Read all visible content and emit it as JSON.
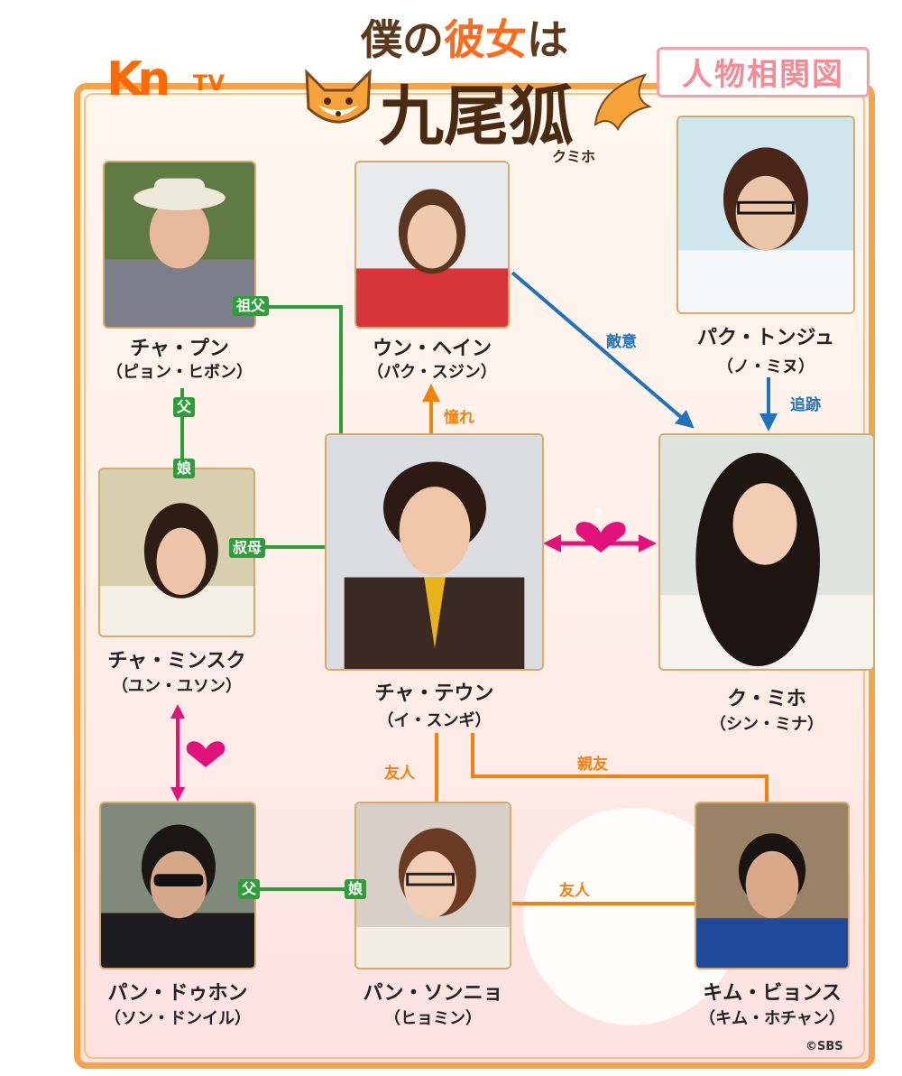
{
  "header": {
    "logo_k": "Kn",
    "logo_tv": "TV",
    "title_part1_a": "僕の",
    "title_part1_b": "彼女",
    "title_part1_c": "は",
    "title_part2": "九尾狐",
    "furigana": "クミホ",
    "banner": "人物相関図"
  },
  "characters": [
    {
      "id": "cha-pun",
      "name": "チャ・プン",
      "actor": "（ピョン・ヒボン）"
    },
    {
      "id": "eun-hyein",
      "name": "ウン・ヘイン",
      "actor": "（パク・スジン）"
    },
    {
      "id": "park-dongjoo",
      "name": "パク・トンジュ",
      "actor": "（ノ・ミヌ）"
    },
    {
      "id": "cha-minsuk",
      "name": "チャ・ミンスク",
      "actor": "（ユン・ユソン）"
    },
    {
      "id": "cha-daewoong",
      "name": "チャ・テウン",
      "actor": "（イ・スンギ）"
    },
    {
      "id": "gu-miho",
      "name": "ク・ミホ",
      "actor": "（シン・ミナ）"
    },
    {
      "id": "ban-doohong",
      "name": "パン・ドゥホン",
      "actor": "（ソン・ドンイル）"
    },
    {
      "id": "ban-sunnyeo",
      "name": "パン・ソンニョ",
      "actor": "（ヒョミン）"
    },
    {
      "id": "kim-byungsoo",
      "name": "キム・ビョンス",
      "actor": "（キム・ホチャン）"
    }
  ],
  "relations": {
    "grandfather": "祖父",
    "father1": "父",
    "daughter1": "娘",
    "aunt": "叔母",
    "father2": "父",
    "daughter2": "娘",
    "admire": "憧れ",
    "hostility": "敵意",
    "pursuit": "追跡",
    "friend1": "友人",
    "best_friend": "親友",
    "friend2": "友人",
    "question": "?"
  },
  "copyright": "©SBS",
  "colors": {
    "frame": "#f7a34c",
    "green": "#2e9e3a",
    "orange": "#f0820f",
    "blue": "#1e73be",
    "pink": "#e2127a"
  }
}
